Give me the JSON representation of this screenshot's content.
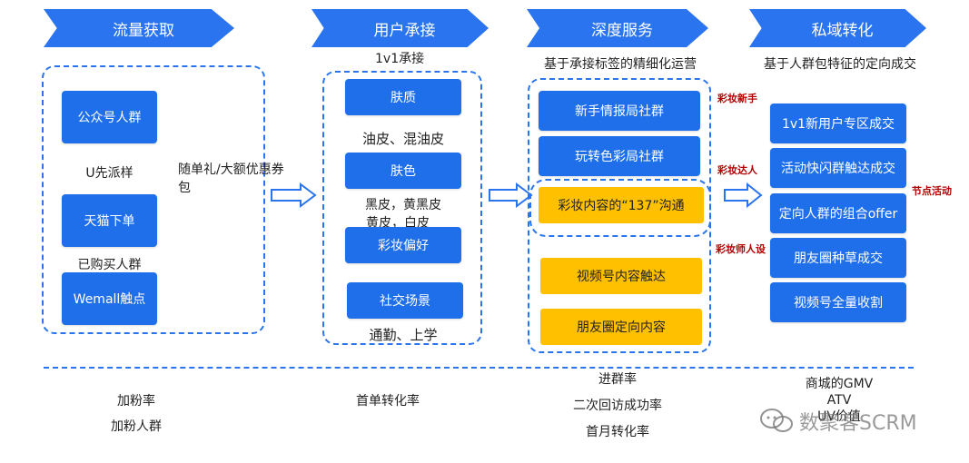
{
  "stages": [
    {
      "title": "流量获取"
    },
    {
      "title": "用户承接",
      "subtitle": "1v1承接"
    },
    {
      "title": "深度服务",
      "subtitle": "基于承接标签的精细化运营"
    },
    {
      "title": "私域转化",
      "subtitle": "基于人群包特征的定向成交"
    }
  ],
  "traffic": {
    "boxes": [
      "公众号人群",
      "天猫下单",
      "Wemall触点"
    ],
    "label_u": "U先派样",
    "label_bought": "已购买人群",
    "side_text_line1": "随单礼/大额优惠券",
    "side_text_line2": "包"
  },
  "reception": {
    "skin_quality": "肤质",
    "skin_quality_detail": "油皮、混油皮",
    "skin_color": "肤色",
    "skin_color_detail_line1": "黑皮，黄黑皮",
    "skin_color_detail_line2": "黄皮，白皮",
    "makeup_pref": "彩妆偏好",
    "social_scene": "社交场景",
    "social_scene_detail": "通勤、上学"
  },
  "service": {
    "blue_boxes": [
      "新手情报局社群",
      "玩转色彩局社群"
    ],
    "highlight_box": "彩妆内容的“137”沟通",
    "yellow_boxes": [
      "视频号内容触达",
      "朋友圈定向内容"
    ],
    "tag_novice": "彩妆新手",
    "tag_expert": "彩妆达人",
    "tag_artist": "彩妆师人设"
  },
  "conversion": {
    "boxes": [
      "1v1新用户专区成交",
      "活动快闪群触达成交",
      "定向人群的组合offer",
      "朋友圈种草成交",
      "视频号全量收割"
    ],
    "tag_node": "节点活动"
  },
  "metrics": {
    "col1": [
      "加粉率",
      "加粉人群"
    ],
    "col2": [
      "首单转化率"
    ],
    "col3": [
      "进群率",
      "二次回访成功率",
      "首月转化率"
    ],
    "col4": [
      "商城的GMV",
      "ATV",
      "UV价值"
    ]
  },
  "watermark": "数聚客SCRM",
  "colors": {
    "blue": "#1f6feb",
    "yellow": "#ffc000",
    "red_tag": "#b00000"
  }
}
